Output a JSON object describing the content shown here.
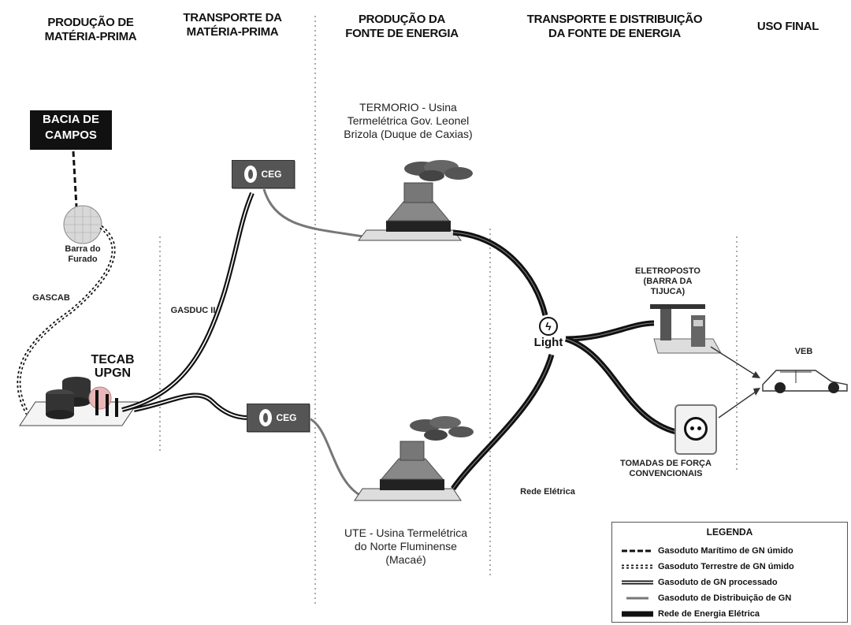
{
  "columns": [
    "PRODUÇÃO DE\nMATÉRIA-PRIMA",
    "TRANSPORTE DA\nMATÉRIA-PRIMA",
    "PRODUÇÃO DA\nFONTE DE ENERGIA",
    "TRANSPORTE E DISTRIBUIÇÃO\nDA FONTE DE ENERGIA",
    "USO FINAL"
  ],
  "nodes": {
    "bacia": "BACIA DE\nCAMPOS",
    "barra_furado": "Barra do\nFurado",
    "gascab": "GASCAB",
    "tecab": "TECAB\nUPGN",
    "gasduc": "GASDUC II",
    "ceg_top": "CEG",
    "ceg_bottom": "CEG",
    "termorio": "TERMORIO - Usina\nTermelétrica Gov. Leonel\nBrizola (Duque de Caxias)",
    "ute": "UTE - Usina Termelétrica\ndo Norte Fluminense\n(Macaé)",
    "light": "Light",
    "rede_eletrica": "Rede Elétrica",
    "eletroposto": "ELETROPOSTO\n(BARRA DA\nTIJUCA)",
    "tomadas": "TOMADAS DE FORÇA\nCONVENCIONAIS",
    "veb": "VEB"
  },
  "legend": {
    "title": "LEGENDA",
    "items": [
      "Gasoduto Marítimo de GN úmido",
      "Gasoduto Terrestre de GN úmido",
      "Gasoduto de GN processado",
      "Gasoduto de Distribuição de GN",
      "Rede de Energia Elétrica"
    ]
  },
  "colors": {
    "dark": "#111111",
    "ceg_box": "#555555",
    "pipe_gray": "#777777"
  }
}
